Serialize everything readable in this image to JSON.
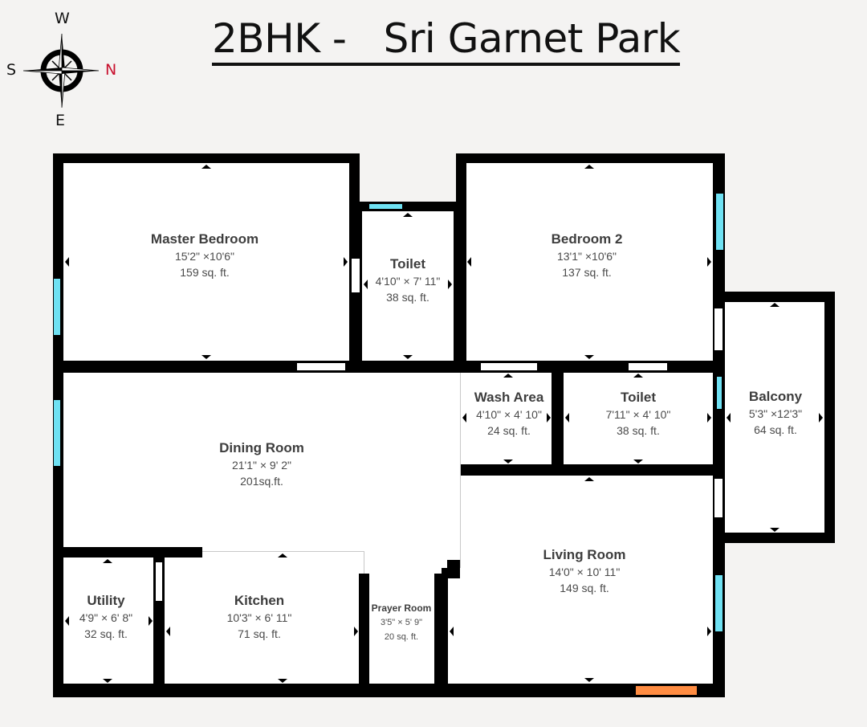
{
  "title": "2BHK -   Sri Garnet Park",
  "compass": {
    "north": "N",
    "south": "S",
    "east": "E",
    "west": "W",
    "north_color": "#c8102e"
  },
  "colors": {
    "wall": "#000000",
    "floor": "#ffffff",
    "background": "#f4f3f2",
    "window": "#6fe1f3",
    "main_door": "#ff8c42",
    "text": "#3d3d3d"
  },
  "rooms": {
    "master_bedroom": {
      "name": "Master Bedroom",
      "dimensions": "15'2\" ×10'6\"",
      "area": "159 sq. ft."
    },
    "toilet_1": {
      "name": "Toilet",
      "dimensions": "4'10\" × 7' 11\"",
      "area": "38 sq. ft."
    },
    "bedroom_2": {
      "name": "Bedroom 2",
      "dimensions": "13'1\" ×10'6\"",
      "area": "137 sq. ft."
    },
    "dining_room": {
      "name": "Dining Room",
      "dimensions": "21'1\" × 9' 2\"",
      "area": "201sq.ft."
    },
    "wash_area": {
      "name": "Wash Area",
      "dimensions": "4'10\" × 4' 10\"",
      "area": "24 sq. ft."
    },
    "toilet_2": {
      "name": "Toilet",
      "dimensions": "7'11\" × 4' 10\"",
      "area": "38 sq. ft."
    },
    "balcony": {
      "name": "Balcony",
      "dimensions": "5'3\" ×12'3\"",
      "area": "64 sq. ft."
    },
    "living_room": {
      "name": "Living Room",
      "dimensions": "14'0\" × 10' 11\"",
      "area": "149 sq. ft."
    },
    "utility": {
      "name": "Utility",
      "dimensions": "4'9\" × 6' 8\"",
      "area": "32 sq. ft."
    },
    "kitchen": {
      "name": "Kitchen",
      "dimensions": "10'3\" × 6' 11\"",
      "area": "71 sq. ft."
    },
    "prayer_room": {
      "name": "Prayer Room",
      "dimensions": "3'5\" × 5' 9\"",
      "area": "20 sq. ft."
    }
  }
}
